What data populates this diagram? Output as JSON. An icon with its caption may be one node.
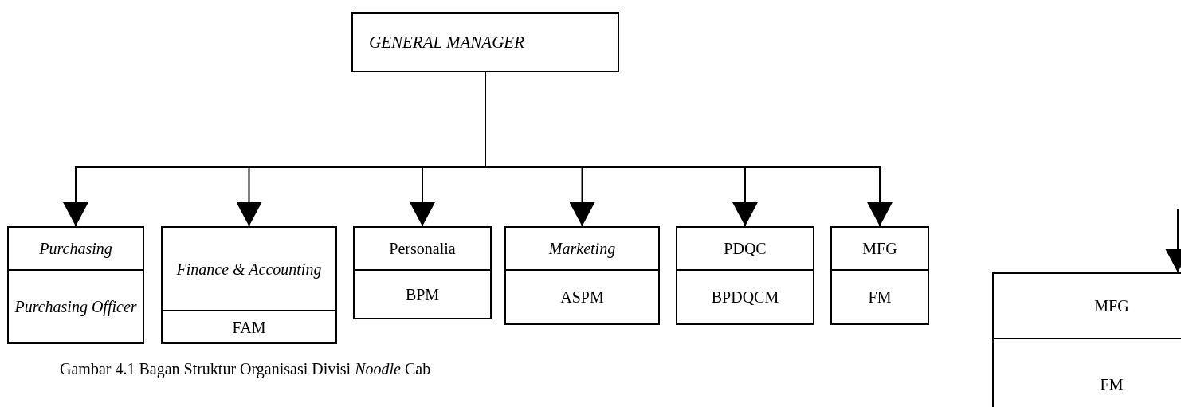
{
  "diagram": {
    "caption": "Gambar 4.1 Bagan Struktur Organisasi Divisi *Noodle* Cab",
    "nodes": [
      {
        "text": [
          "GENERAL MANAGER"
        ]
      },
      {
        "text": [
          "Purchasing",
          "Purchasing Officer"
        ]
      },
      {
        "text": [
          "Finance & Accounting",
          "FAM"
        ]
      },
      {
        "text": [
          "Personalia",
          "BPM"
        ]
      },
      {
        "text": [
          "Marketing",
          "ASPM"
        ]
      },
      {
        "text": [
          "PDQC",
          "BPDQCM"
        ]
      },
      {
        "text": [
          "MFG",
          "FM"
        ]
      },
      {
        "text": [
          "MFG",
          "FM"
        ]
      }
    ],
    "edges": [
      {
        "from": 0,
        "to": 1,
        "arrow": "to"
      },
      {
        "from": 0,
        "to": 2,
        "arrow": "to"
      },
      {
        "from": 0,
        "to": 3,
        "arrow": "to"
      },
      {
        "from": 0,
        "to": 4,
        "arrow": "to"
      },
      {
        "from": 0,
        "to": 5,
        "arrow": "to"
      },
      {
        "from": 0,
        "to": 6,
        "arrow": "to"
      },
      {
        "from": null,
        "to": 7,
        "arrow": "to"
      }
    ]
  }
}
